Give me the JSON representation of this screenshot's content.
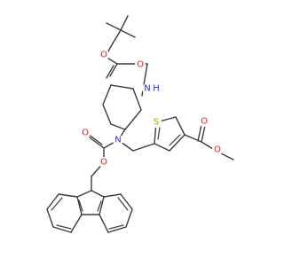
{
  "atoms": {
    "N_carbamate": {
      "text": "N",
      "color": "#2b2bd9"
    },
    "H_carbamate": {
      "text": "H",
      "color": "#2b2bd9"
    },
    "N_tertiary": {
      "text": "N",
      "color": "#2b2bd9"
    },
    "O_boc_carbonyl": {
      "text": "O",
      "color": "#e02020"
    },
    "O_boc_ether": {
      "text": "O",
      "color": "#e02020"
    },
    "O_fmoc_carbonyl": {
      "text": "O",
      "color": "#e02020"
    },
    "O_fmoc_ether": {
      "text": "O",
      "color": "#e02020"
    },
    "O_ester_carbonyl": {
      "text": "O",
      "color": "#e02020"
    },
    "O_ester_ether": {
      "text": "O",
      "color": "#e02020"
    },
    "S_thiophene": {
      "text": "S",
      "color": "#b5a000"
    }
  },
  "colors": {
    "bond": "#3c3c3c",
    "background": "#ffffff"
  }
}
